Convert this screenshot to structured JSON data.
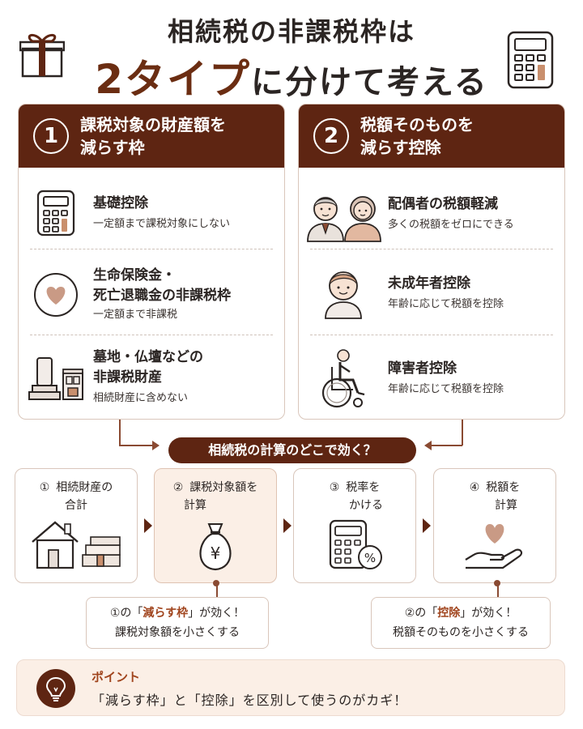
{
  "title": {
    "line1": "相続税の非課税枠は",
    "line2_accent": "2タイプ",
    "line2_rest": "に分けて考える"
  },
  "left_panel": {
    "number": "1",
    "title_line1": "課税対象の財産額を",
    "title_line2": "減らす枠",
    "items": [
      {
        "name_line1": "基礎控除",
        "name_line2": "",
        "desc": "一定額まで課税対象にしない",
        "icon": "calculator-icon"
      },
      {
        "name_line1": "生命保険金・",
        "name_line2": "死亡退職金の非課税枠",
        "desc": "一定額まで非課税",
        "icon": "heart-icon"
      },
      {
        "name_line1": "墓地・仏壇などの",
        "name_line2": "非課税財産",
        "desc": "相続財産に含めない",
        "icon": "grave-altar-icon"
      }
    ]
  },
  "right_panel": {
    "number": "2",
    "title_line1": "税額そのものを",
    "title_line2": "減らす控除",
    "items": [
      {
        "name": "配偶者の税額軽減",
        "desc": "多くの税額をゼロにできる",
        "icon": "elderly-couple-icon"
      },
      {
        "name": "未成年者控除",
        "desc": "年齢に応じて税額を控除",
        "icon": "child-icon"
      },
      {
        "name": "障害者控除",
        "desc": "年齢に応じて税額を控除",
        "icon": "wheelchair-icon"
      }
    ]
  },
  "calc_banner": "相続税の計算のどこで効く？",
  "steps": [
    {
      "num": "1",
      "line1": "相続財産の",
      "line2": "合計",
      "icon": "house-cash-icon"
    },
    {
      "num": "2",
      "line1": "課税対象額を",
      "line2": "計算",
      "icon": "money-bag-icon"
    },
    {
      "num": "3",
      "line1": "税率を",
      "line2": "かける",
      "icon": "calculator-percent-icon"
    },
    {
      "num": "4",
      "line1": "税額を",
      "line2": "計算",
      "icon": "hand-heart-icon"
    }
  ],
  "notes": {
    "left": {
      "pre": "①の「",
      "em": "減らす枠",
      "post": "」が効く！",
      "line2": "課税対象額を小さくする"
    },
    "right": {
      "pre": "②の「",
      "em": "控除",
      "post": "」が効く！",
      "line2": "税額そのものを小さくする"
    }
  },
  "point": {
    "title": "ポイント",
    "text": "「減らす枠」と「控除」を区別して使うのがカギ！"
  },
  "colors": {
    "brand_brown": "#5e2512",
    "accent_orange": "#a0441d",
    "highlight_bg": "#fbefe6"
  }
}
